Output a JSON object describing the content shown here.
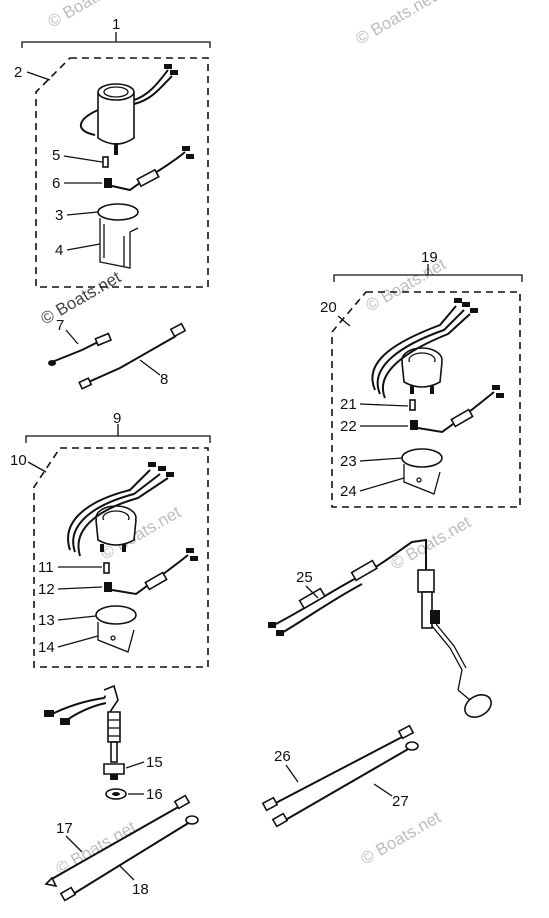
{
  "watermark": "© Boats.net",
  "callouts": {
    "c1": "1",
    "c2": "2",
    "c3": "3",
    "c4": "4",
    "c5": "5",
    "c6": "6",
    "c7": "7",
    "c8": "8",
    "c9": "9",
    "c10": "10",
    "c11": "11",
    "c12": "12",
    "c13": "13",
    "c14": "14",
    "c15": "15",
    "c16": "16",
    "c17": "17",
    "c18": "18",
    "c19": "19",
    "c20": "20",
    "c21": "21",
    "c22": "22",
    "c23": "23",
    "c24": "24",
    "c25": "25",
    "c26": "26",
    "c27": "27"
  }
}
